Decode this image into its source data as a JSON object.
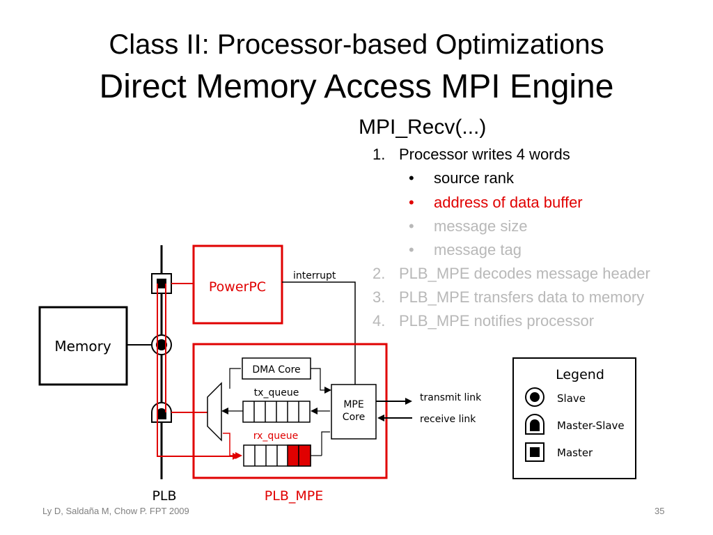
{
  "slide": {
    "title_line1": "Class II: Processor-based Optimizations",
    "title_line2": "Direct Memory Access MPI Engine",
    "subheading": "MPI_Recv(...)",
    "steps": [
      {
        "number": "1.",
        "text": "Processor writes 4 words"
      },
      {
        "number": "2.",
        "text": "PLB_MPE decodes message header"
      },
      {
        "number": "3.",
        "text": "PLB_MPE transfers data to memory"
      },
      {
        "number": "4.",
        "text": "PLB_MPE notifies processor"
      }
    ],
    "bullets": [
      {
        "text": "source rank",
        "state": "normal"
      },
      {
        "text": "address of data buffer",
        "state": "highlight"
      },
      {
        "text": "message size",
        "state": "dimmed"
      },
      {
        "text": "message tag",
        "state": "dimmed"
      }
    ],
    "bullet_char": "•",
    "footer": "Ly D, Saldaña M, Chow P. FPT 2009",
    "page_number": "35"
  },
  "diagram": {
    "memory_label": "Memory",
    "powerpc_label": "PowerPC",
    "interrupt_label": "interrupt",
    "dma_core_label": "DMA Core",
    "tx_queue_label": "tx_queue",
    "rx_queue_label": "rx_queue",
    "mpe_core_line1": "MPE",
    "mpe_core_line2": "Core",
    "transmit_link_label": "transmit link",
    "receive_link_label": "receive link",
    "plb_label": "PLB",
    "plb_mpe_label": "PLB_MPE"
  },
  "legend": {
    "title": "Legend",
    "items": [
      {
        "symbol": "slave-icon",
        "label": "Slave"
      },
      {
        "symbol": "master-slave-icon",
        "label": "Master-Slave"
      },
      {
        "symbol": "master-icon",
        "label": "Master"
      }
    ]
  },
  "colors": {
    "accent_red": "#e00000",
    "dimmed_text": "#b8b8b8",
    "footer_text": "#7f7f7f"
  }
}
